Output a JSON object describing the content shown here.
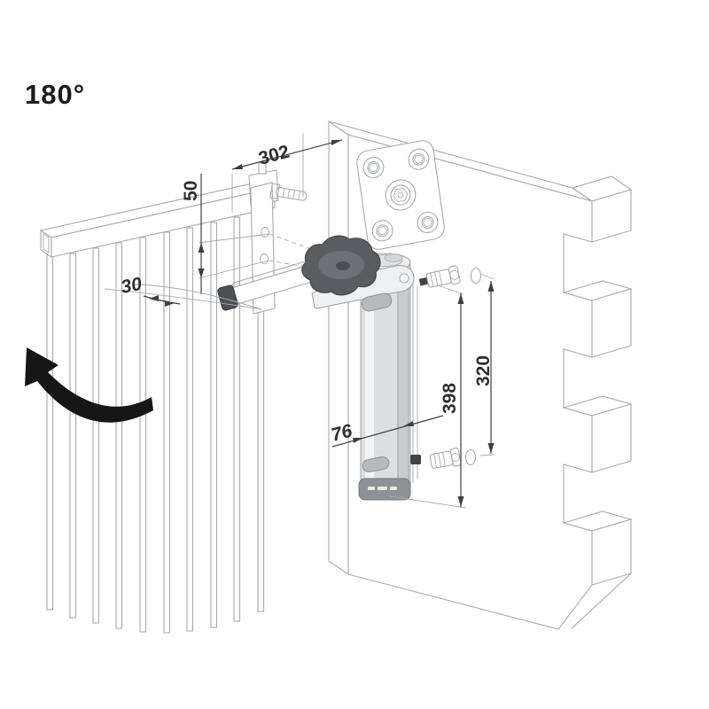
{
  "labels": {
    "opening_angle": "180°"
  },
  "dimensions": {
    "gate_to_post": "302",
    "hole_spacing": "50",
    "arm_angle": "30",
    "cylinder_diameter": "76",
    "overall_height": "398",
    "fixing_spacing": "320"
  },
  "icons": {
    "swing_direction": "curved-arrow-up-left"
  },
  "colors": {
    "background": "#ffffff",
    "line_art": "#a6aaae",
    "dimension_line": "#3f3f3f",
    "dimension_text": "#2e2e2e",
    "dark_part": "#595d61",
    "cylinder_body": "#dcdfe1",
    "cylinder_cap": "#8e9296",
    "swing_arrow": "#161616"
  }
}
